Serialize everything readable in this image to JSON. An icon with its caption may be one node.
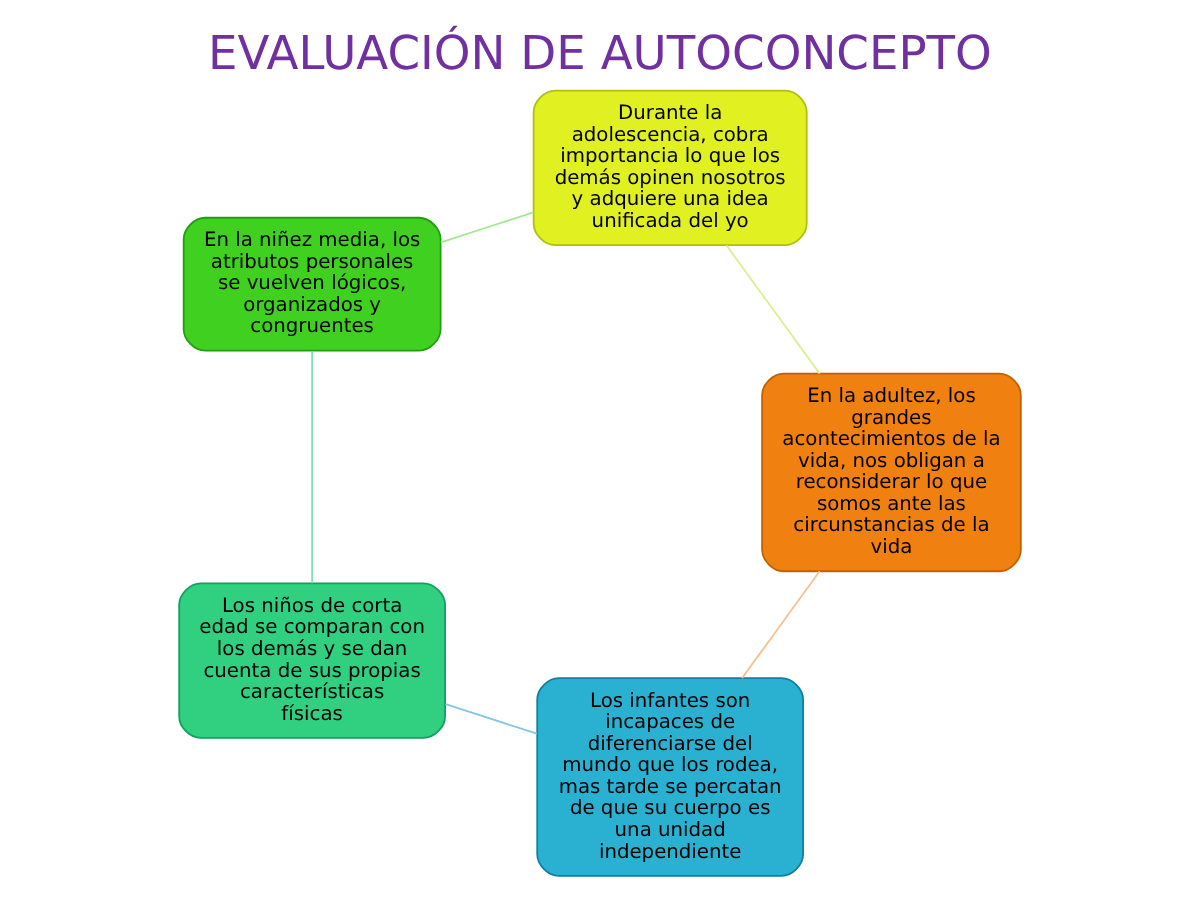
{
  "diagram": {
    "title": "EVALUACIÓN DE AUTOCONCEPTO",
    "nodes": [
      {
        "text": [
          "Los infantes son incapaces de diferenciarse del mundo que los rodea, mas tarde se percatan de que su cuerpo es una unidad independiente"
        ]
      },
      {
        "text": [
          "Los niños de corta edad se comparan con los demás y se dan cuenta de sus propias características físicas"
        ]
      },
      {
        "text": [
          "En la niñez media, los atributos personales se vuelven lógicos, organizados y congruentes"
        ]
      },
      {
        "text": [
          "Durante la adolescencia, cobra importancia lo que los demás opinen nosotros y adquiere una idea unificada del yo"
        ]
      },
      {
        "text": [
          "En la adultez, los grandes acontecimientos de la vida, nos obligan a reconsiderar lo que somos ante las circunstancias de la vida"
        ]
      }
    ],
    "edges": [
      {
        "from": 0,
        "to": 1,
        "arrow": "none",
        "color": "#7fc8e0"
      },
      {
        "from": 1,
        "to": 2,
        "arrow": "none",
        "color": "#7fe0b0"
      },
      {
        "from": 2,
        "to": 3,
        "arrow": "none",
        "color": "#a0e890"
      },
      {
        "from": 3,
        "to": 4,
        "arrow": "none",
        "color": "#d8f090"
      },
      {
        "from": 4,
        "to": 0,
        "arrow": "none",
        "color": "#f8c090"
      }
    ]
  }
}
